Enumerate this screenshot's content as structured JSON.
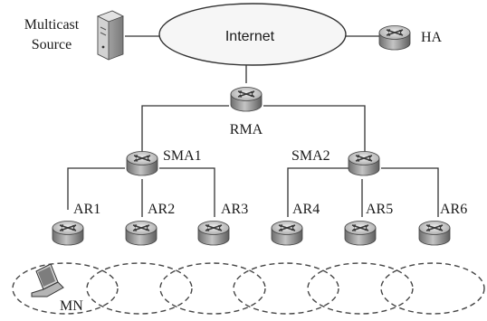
{
  "internet": {
    "label": "Internet"
  },
  "multicast_source": {
    "label_line1": "Multicast",
    "label_line2": "Source"
  },
  "ha": {
    "label": "HA"
  },
  "rma": {
    "label": "RMA"
  },
  "sma1": {
    "label": "SMA1"
  },
  "sma2": {
    "label": "SMA2"
  },
  "ar": {
    "labels": [
      "AR1",
      "AR2",
      "AR3",
      "AR4",
      "AR5",
      "AR6"
    ]
  },
  "mn": {
    "label": "MN"
  },
  "colors": {
    "line": "#333333",
    "router_body": "#9a9a9a",
    "router_top": "#d6d6d6",
    "cloud_fill": "#f4f4f4"
  }
}
